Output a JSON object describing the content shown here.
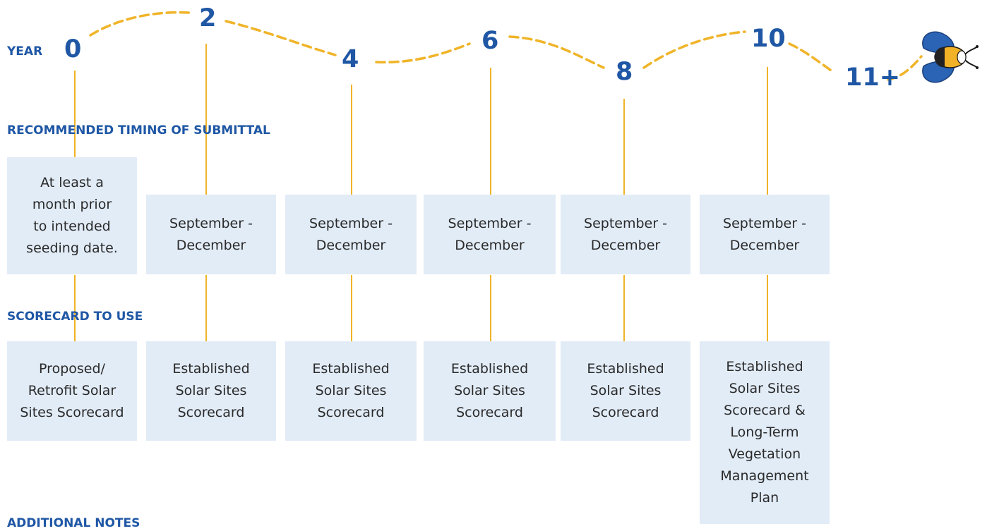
{
  "labels": {
    "year": "YEAR",
    "timing": "RECOMMENDED TIMING OF SUBMITTAL",
    "scorecard": "SCORECARD TO USE",
    "notes": "ADDITIONAL NOTES"
  },
  "years": [
    "0",
    "2",
    "4",
    "6",
    "8",
    "10",
    "11+"
  ],
  "timing_boxes": [
    "At least a\nmonth prior\nto intended\nseeding date.",
    "September -\nDecember",
    "September -\nDecember",
    "September -\nDecember",
    "September -\nDecember",
    "September -\nDecember"
  ],
  "scorecard_boxes": [
    "Proposed/\nRetrofit Solar\nSites Scorecard",
    "Established\nSolar Sites\nScorecard",
    "Established\nSolar Sites\nScorecard",
    "Established\nSolar Sites\nScorecard",
    "Established\nSolar Sites\nScorecard",
    "Established\nSolar Sites\nScorecard &\nLong-Term\nVegetation\nManagement\nPlan"
  ],
  "colors": {
    "accent_blue": "#1f57a5",
    "path_orange": "#f0b429",
    "box_fill": "#e2ecf7",
    "text_dark": "#2a2a2a"
  },
  "icons": {
    "mascot": "bee-icon"
  }
}
